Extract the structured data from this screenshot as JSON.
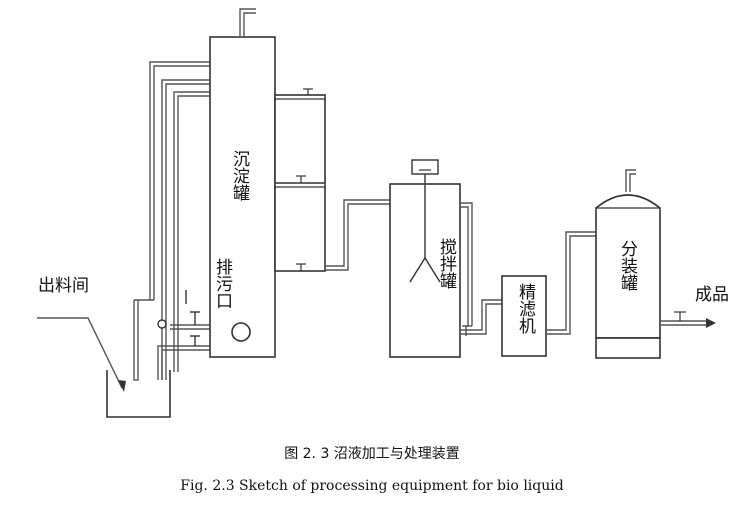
{
  "labels": {
    "outlet_room": "出料间",
    "sedimentation_tank": "沉淀罐",
    "sewage_outlet": "排污口",
    "mixing_tank": "搅拌罐",
    "fine_filter": "精滤机",
    "dispensing_tank": "分装罐",
    "product": "成品"
  },
  "caption": {
    "zh": "图 2. 3  沼液加工与处理装置",
    "en": "Fig. 2.3 Sketch of processing equipment for bio liquid"
  },
  "colors": {
    "line": "#333333",
    "pipe": "#555555",
    "text": "#111111",
    "background": "#ffffff"
  }
}
